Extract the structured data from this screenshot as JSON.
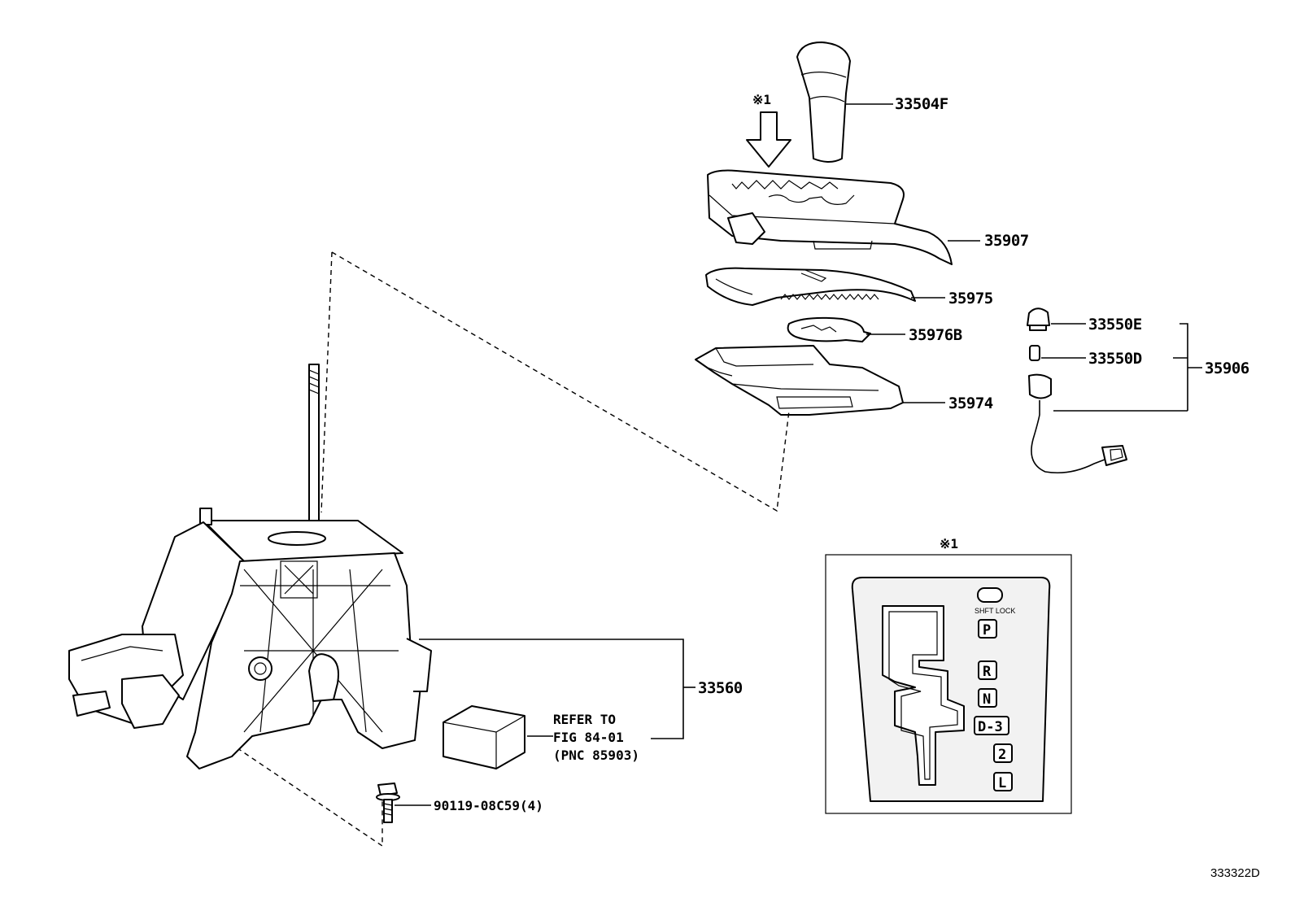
{
  "parts": {
    "p33504F": "33504F",
    "p35907": "35907",
    "p35975": "35975",
    "p35976B": "35976B",
    "p35974": "35974",
    "p33550E": "33550E",
    "p33550D": "33550D",
    "p35906": "35906",
    "p33560": "33560",
    "p90119": "90119-08C59(4)"
  },
  "note_mark": "※1",
  "refer": {
    "line1": "REFER TO",
    "line2": "FIG 84-01",
    "line3": "(PNC 85903)"
  },
  "gate_labels": {
    "shift_lock": "SHFT LOCK",
    "p": "P",
    "r": "R",
    "n": "N",
    "d3": "D-3",
    "two": "2",
    "l": "L"
  },
  "diagram_id": "333322D"
}
